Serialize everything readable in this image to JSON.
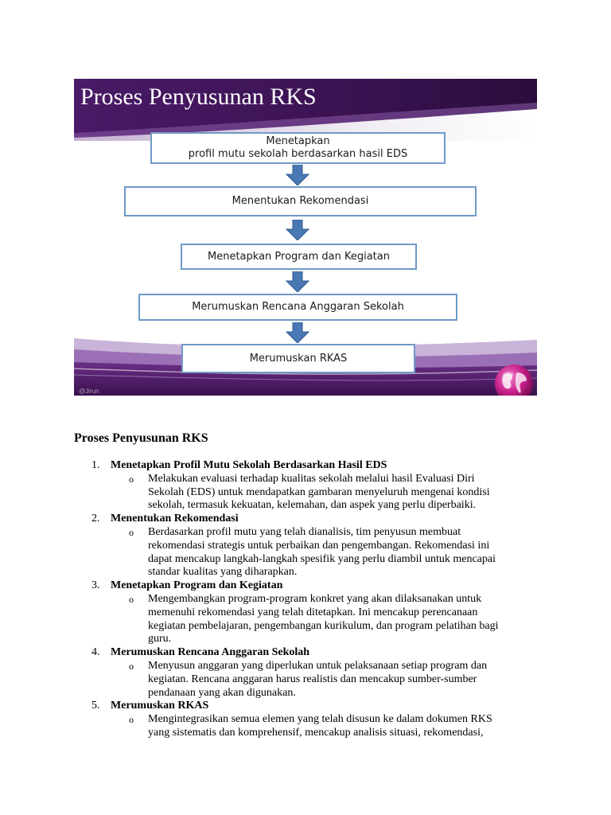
{
  "slide": {
    "title": "Proses Penyusunan RKS",
    "credit": "@Jirun",
    "steps": [
      {
        "line1": "Menetapkan",
        "line2": "profil mutu sekolah berdasarkan hasil EDS"
      },
      {
        "line1": "Menentukan Rekomendasi"
      },
      {
        "line1": "Menetapkan Program dan Kegiatan"
      },
      {
        "line1": "Merumuskan Rencana Anggaran Sekolah"
      },
      {
        "line1": "Merumuskan  RKAS"
      }
    ],
    "colors": {
      "header_purple": "#3d1456",
      "box_border": "#6f99c6",
      "arrow_blue": "#4a78b4",
      "globe_magenta": "#c61f8a"
    },
    "icons": [
      "down-arrow-icon",
      "globe-icon"
    ]
  },
  "document": {
    "heading": "Proses Penyusunan RKS",
    "steps": [
      {
        "number": "1.",
        "title": "Menetapkan Profil Mutu Sekolah Berdasarkan Hasil EDS",
        "bullet": "o",
        "desc_lines": [
          "Melakukan evaluasi terhadap kualitas sekolah melalui hasil Evaluasi Diri",
          "Sekolah (EDS) untuk mendapatkan gambaran menyeluruh mengenai kondisi",
          "sekolah, termasuk kekuatan, kelemahan, dan aspek yang perlu diperbaiki."
        ]
      },
      {
        "number": "2.",
        "title": "Menentukan Rekomendasi",
        "bullet": "o",
        "desc_lines": [
          "Berdasarkan profil mutu yang telah dianalisis, tim penyusun membuat",
          "rekomendasi strategis untuk perbaikan dan pengembangan. Rekomendasi ini",
          "dapat mencakup langkah-langkah spesifik yang perlu diambil untuk mencapai",
          "standar kualitas yang diharapkan."
        ]
      },
      {
        "number": "3.",
        "title": "Menetapkan Program dan Kegiatan",
        "bullet": "o",
        "desc_lines": [
          "Mengembangkan program-program konkret yang akan dilaksanakan untuk",
          "memenuhi rekomendasi yang telah ditetapkan. Ini mencakup perencanaan",
          "kegiatan pembelajaran, pengembangan kurikulum, dan program pelatihan bagi",
          "guru."
        ]
      },
      {
        "number": "4.",
        "title": "Merumuskan Rencana Anggaran Sekolah",
        "bullet": "o",
        "desc_lines": [
          "Menyusun anggaran yang diperlukan untuk pelaksanaan setiap program dan",
          "kegiatan. Rencana anggaran harus realistis dan mencakup sumber-sumber",
          "pendanaan yang akan digunakan."
        ]
      },
      {
        "number": "5.",
        "title": "Merumuskan RKAS",
        "bullet": "o",
        "desc_lines": [
          "Mengintegrasikan semua elemen yang telah disusun ke dalam dokumen RKS",
          "yang sistematis dan komprehensif, mencakup analisis situasi, rekomendasi,"
        ]
      }
    ]
  }
}
